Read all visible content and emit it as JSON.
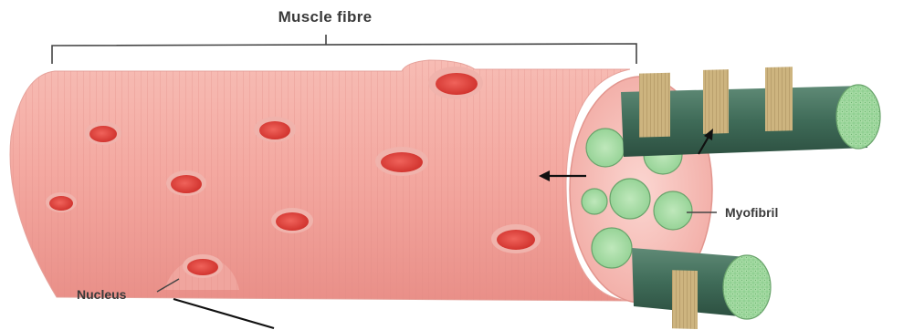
{
  "labels": {
    "muscle_fibre": "Muscle fibre",
    "myofibril": "Myofibril",
    "nucleus": "Nucleus"
  },
  "colors": {
    "fibre_fill": "#f4aaa2",
    "fibre_stripe": "#e48f89",
    "end_face": "#f6c2bc",
    "nucleus": "#e8413a",
    "myofibril_face": "#9fd9a0",
    "myofibril_body": "#3e6b57",
    "band": "#d8c08a",
    "label_text": "#3a3a3a",
    "line": "#222222"
  }
}
